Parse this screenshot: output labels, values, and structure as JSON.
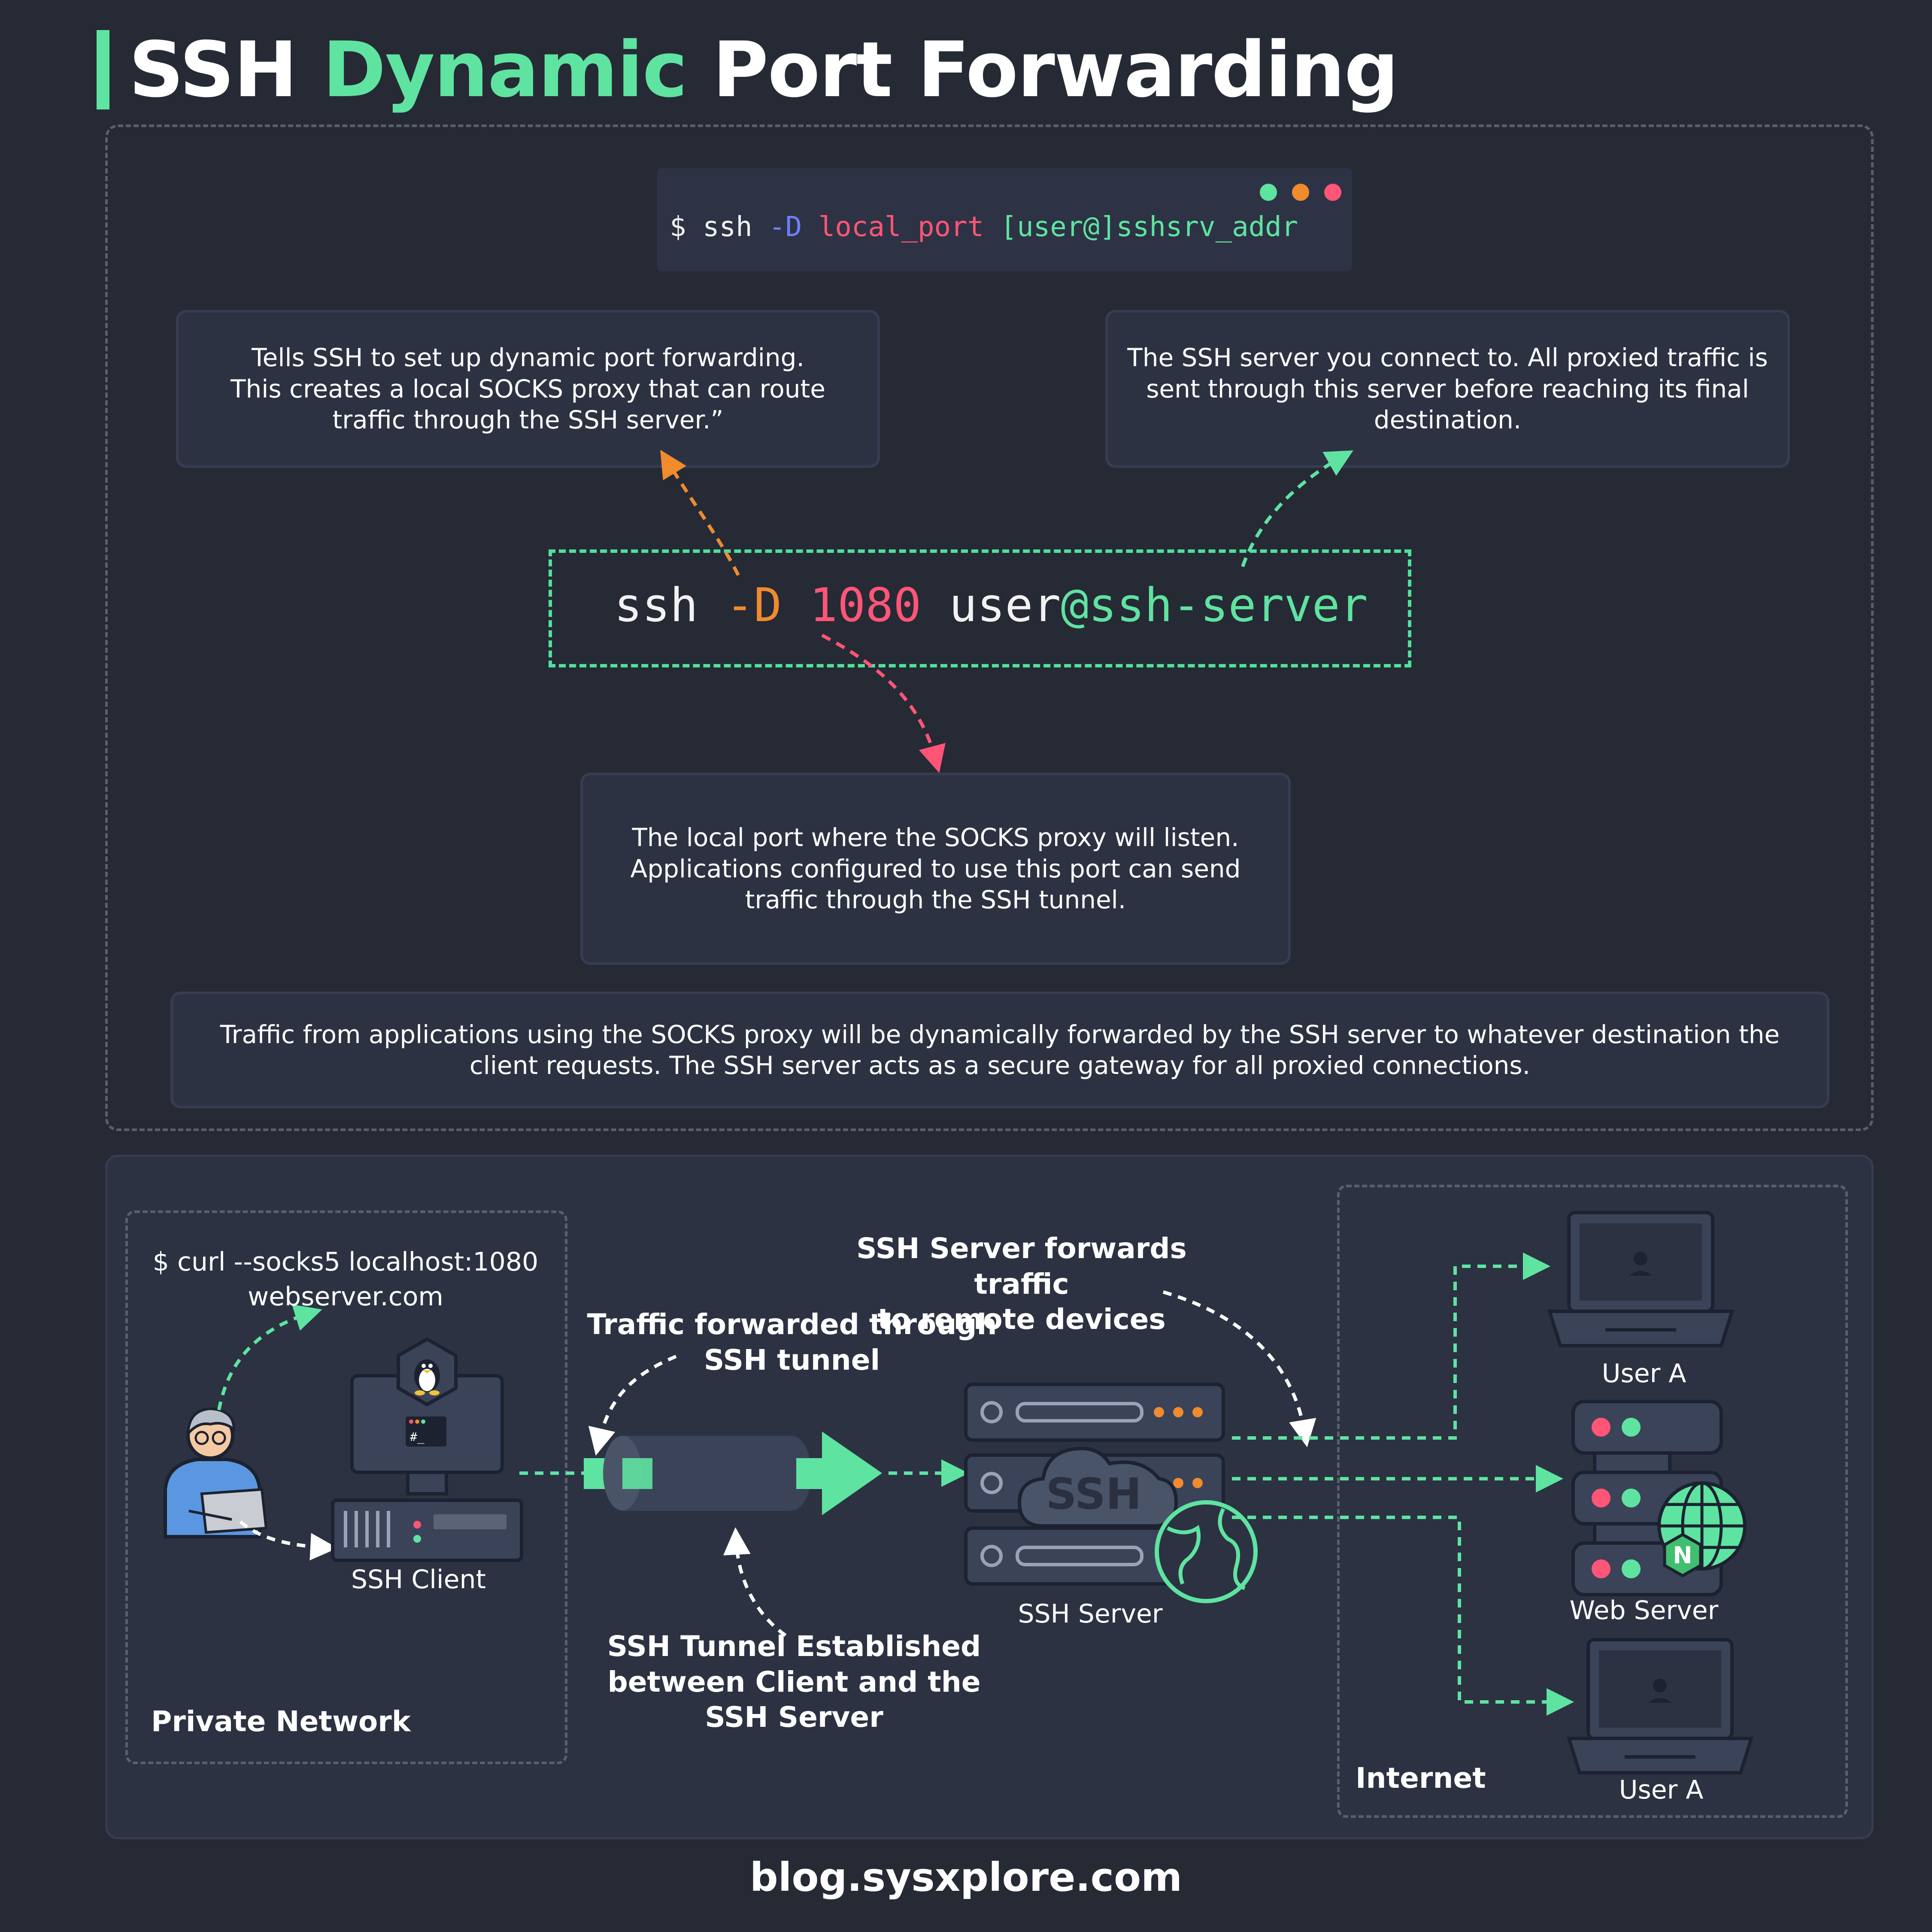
{
  "title": {
    "part1": "SSH ",
    "part2": "Dynamic",
    "part3": " Port Forwarding"
  },
  "terminal": {
    "prompt": "$ ssh ",
    "flag": "-D",
    "space1": " ",
    "port": "local_port",
    "space2": " ",
    "user": "[user@]sshsrv_addr"
  },
  "explain": {
    "flag": "Tells SSH to set up dynamic port forwarding.\nThis creates a local SOCKS proxy that can route traffic through the SSH server.”",
    "server": "The SSH server you connect to. All proxied traffic is sent through this server before reaching its final destination.",
    "port": "The local port where the SOCKS proxy will listen. Applications configured to use this port can send traffic through the SSH tunnel.",
    "summary": "Traffic from applications using the SOCKS proxy will be dynamically forwarded by the SSH server to whatever destination the client requests. The SSH server acts as a secure gateway for all proxied connections."
  },
  "example": {
    "ssh": "ssh ",
    "flag": "-D",
    "space1": " ",
    "port": "1080",
    "space2": " ",
    "user": "user",
    "host": "@ssh-server"
  },
  "diagram": {
    "curl_line1": "$ curl --socks5 localhost:1080",
    "curl_line2": "webserver.com",
    "ssh_client": "SSH Client",
    "private_network": "Private Network",
    "tunnel_forwarded": "Traffic forwarded through\nSSH tunnel",
    "server_forwards": "SSH Server forwards traffic\nto remote devices",
    "tunnel_established": "SSH Tunnel Established\nbetween Client and the\nSSH Server",
    "ssh_server": "SSH Server",
    "ssh_badge": "SSH",
    "internet": "Internet",
    "user_a_top": "User A",
    "web_server": "Web Server",
    "user_a_bottom": "User A",
    "terminal_prompt": "#_",
    "nginx_letter": "N"
  },
  "footer": "blog.sysxplore.com",
  "colors": {
    "accent_green": "#5fe3a1",
    "orange": "#f08b2e",
    "pink": "#ff5577",
    "background": "#262a35",
    "panel": "#2c3242"
  }
}
